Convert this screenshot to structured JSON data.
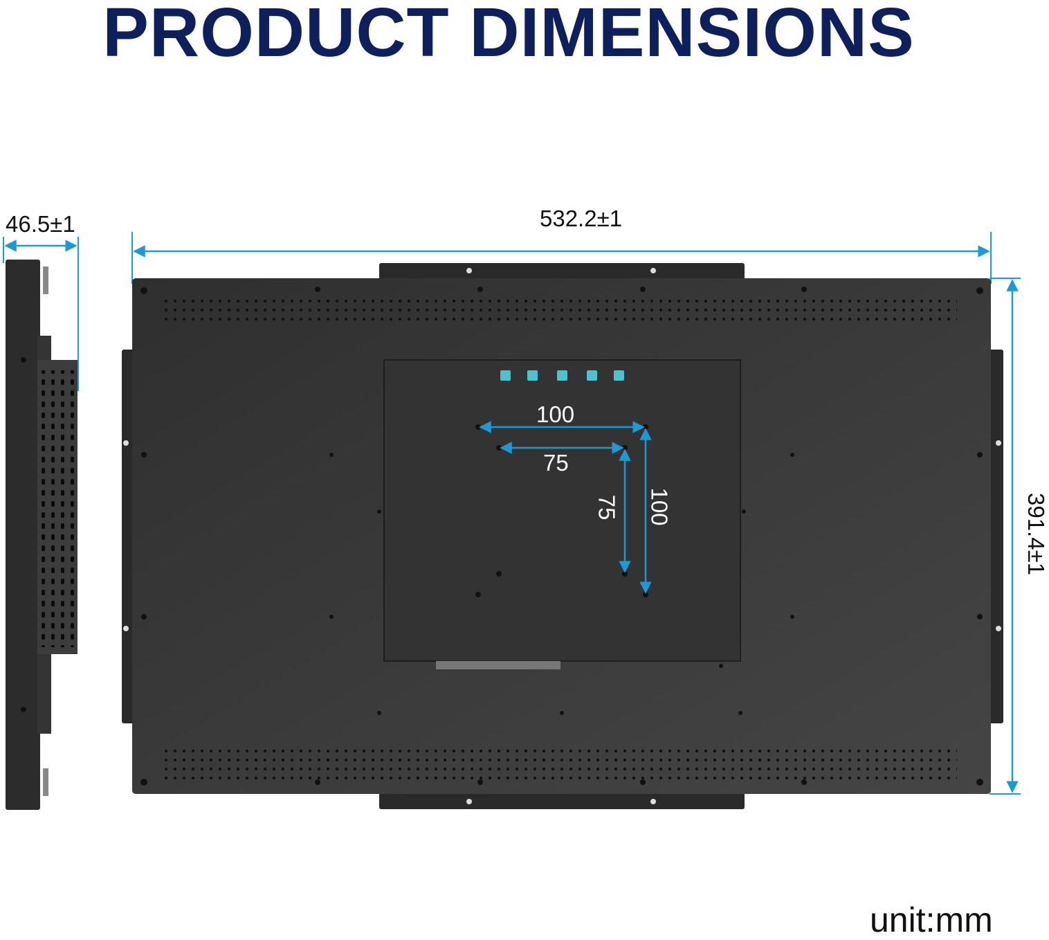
{
  "title": "PRODUCT DIMENSIONS",
  "dimensions": {
    "depth": "46.5±1",
    "width": "532.2±1",
    "height": "391.4±1",
    "vesa_100_h": "100",
    "vesa_75_h": "75",
    "vesa_75_v": "75",
    "vesa_100_v": "100"
  },
  "unit": "unit:mm",
  "colors": {
    "title": "#0d1f5c",
    "dimension_line": "#1a9ad6",
    "panel": "#3a3a3a",
    "buttons": "#49c3cf"
  }
}
